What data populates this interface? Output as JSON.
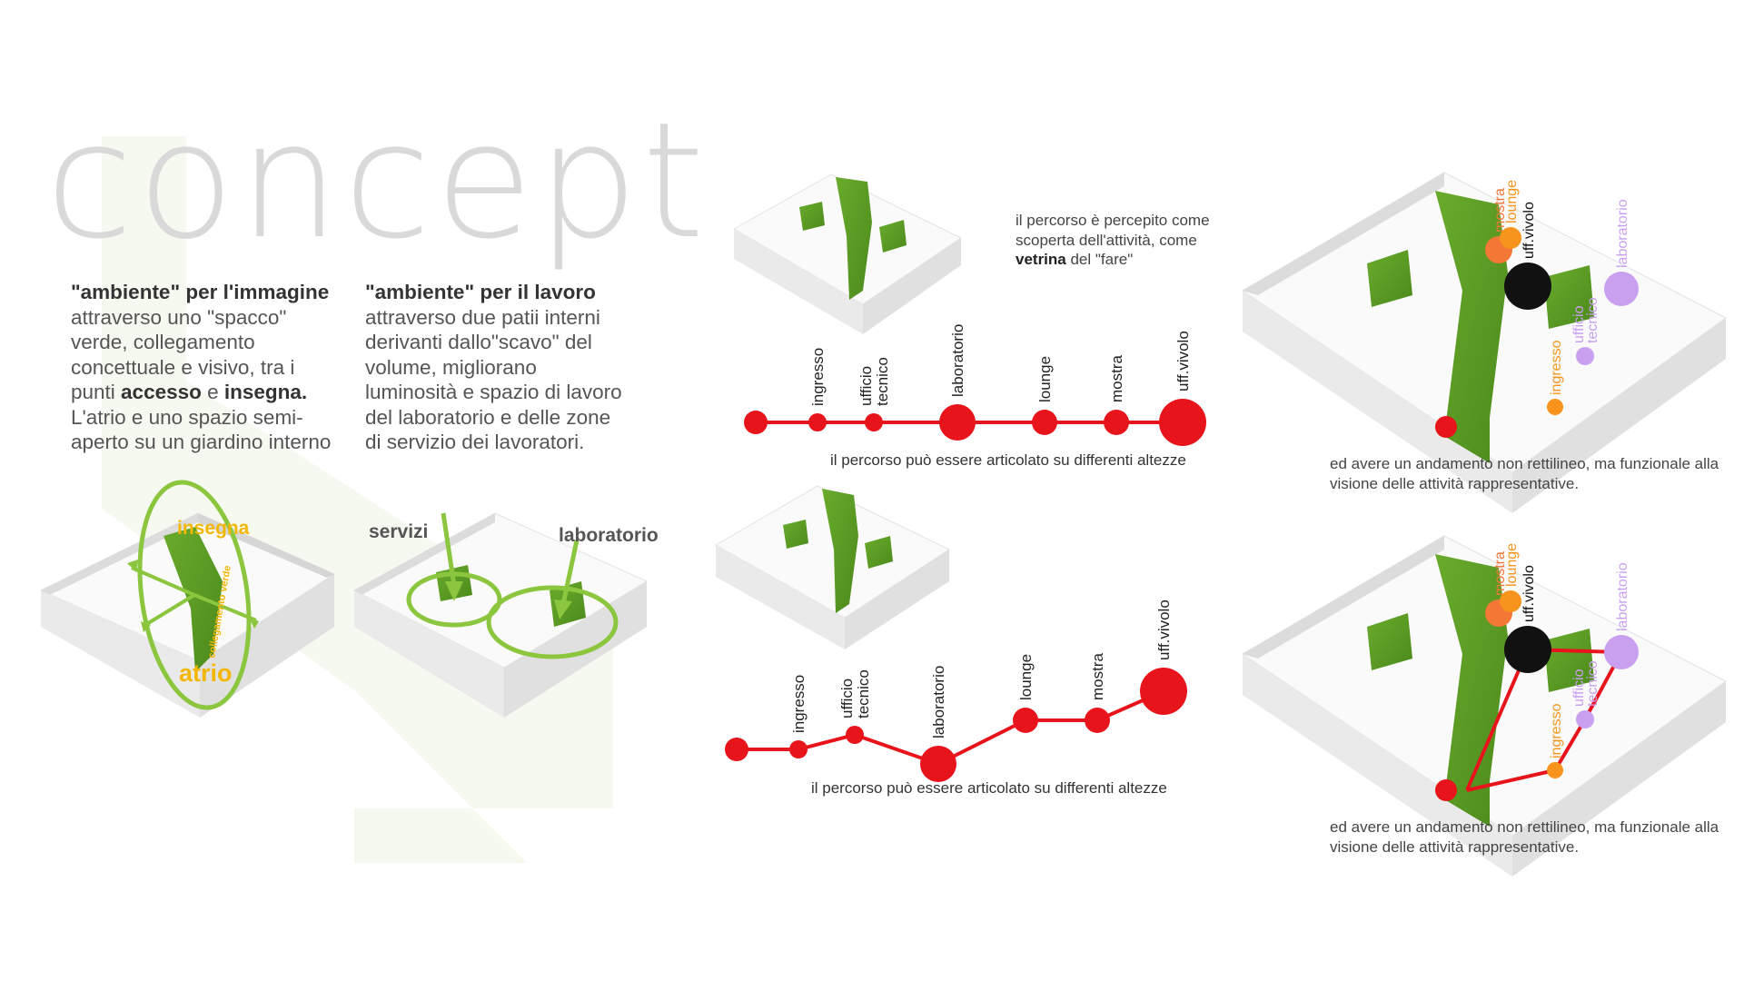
{
  "title": "concept",
  "panel_image": {
    "heading": "\"ambiente\" per l'immagine",
    "body_pre": "attraverso uno \"spacco\" verde, collegamento concettuale e visivo, tra i punti ",
    "bold1": "accesso",
    "mid": " e ",
    "bold2": "insegna.",
    "body_post": " L'atrio e uno spazio semi-aperto su un giardino interno"
  },
  "panel_work": {
    "heading": "\"ambiente\" per il lavoro",
    "body": "attraverso due patii interni derivanti dallo\"scavo\" del volume, migliorano luminosità e spazio di lavoro del laboratorio e delle zone di servizio dei lavoratori."
  },
  "model1_labels": {
    "insegna": "insegna",
    "atrio": "atrio",
    "collegamento": "collegamento verde"
  },
  "model2_labels": {
    "servizi": "servizi",
    "laboratorio": "laboratorio"
  },
  "note_percorso": {
    "pre": "il percorso è percepito come scoperta dell'attività, come ",
    "bold": "vetrina",
    "post": " del \"fare\""
  },
  "caption_heights_top": "il percorso può essere articolato su differenti altezze",
  "caption_heights_bottom": "il percorso può essere articolato su differenti altezze",
  "caption_route_top": "ed avere un andamento non rettilineo, ma funzionale alla visione delle attività  rappresentative.",
  "caption_route_bottom": "ed avere un andamento non rettilineo, ma funzionale alla visione delle attività  rappresentative.",
  "stops": [
    {
      "label": "ingresso",
      "size": "small",
      "height": 0
    },
    {
      "label": "ufficio tecnico",
      "size": "small",
      "height": 1
    },
    {
      "label": "laboratorio",
      "size": "large",
      "height": -1
    },
    {
      "label": "lounge",
      "size": "medium",
      "height": 2
    },
    {
      "label": "mostra",
      "size": "medium",
      "height": 2
    },
    {
      "label": "uff.vivolo",
      "size": "xlarge",
      "height": 4
    }
  ],
  "plan_points": [
    {
      "label": "mostra",
      "color": "#f37735"
    },
    {
      "label": "lounge",
      "color": "#f7941d"
    },
    {
      "label": "uff.vivolo",
      "color": "#111111"
    },
    {
      "label": "laboratorio",
      "color": "#c9a0f0"
    },
    {
      "label": "ufficio tecnico",
      "color": "#c9a0f0"
    },
    {
      "label": "ingresso",
      "color": "#f7941d"
    }
  ],
  "colors": {
    "green": "#5c9a24",
    "lime": "#8cc63f",
    "red": "#e8141b",
    "title_grey": "#d9d9d9",
    "orange_label": "#f7941d",
    "purple_label": "#c9a0f0"
  }
}
